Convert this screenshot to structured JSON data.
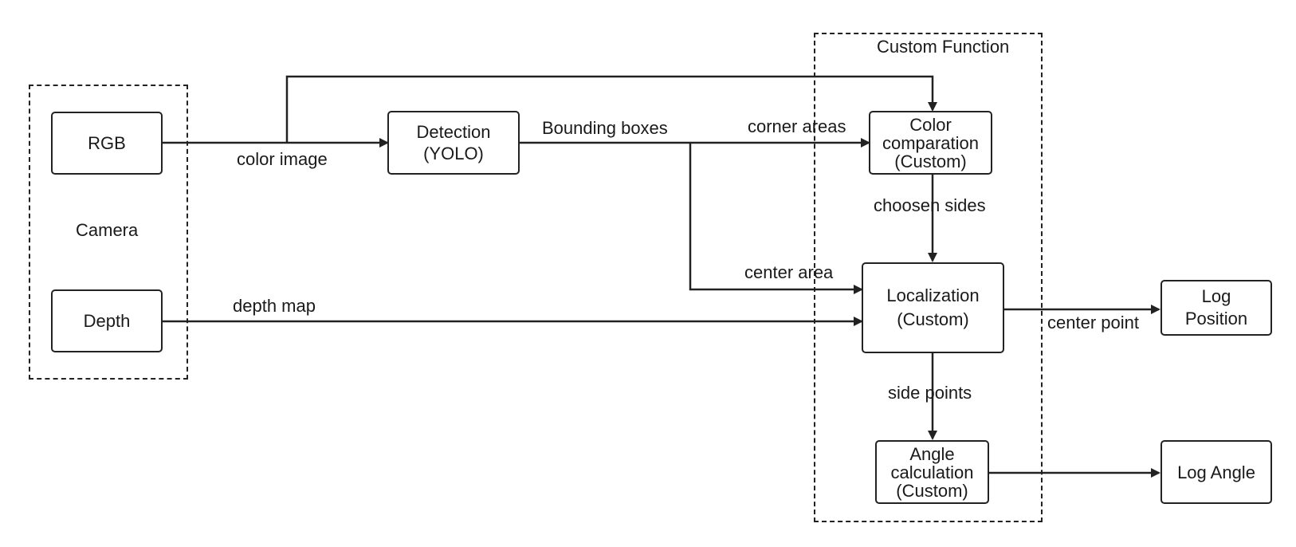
{
  "groups": {
    "camera": "Camera",
    "custom": "Custom Function"
  },
  "nodes": {
    "rgb": [
      "RGB"
    ],
    "depth": [
      "Depth"
    ],
    "detection": [
      "Detection",
      "(YOLO)"
    ],
    "color": [
      "Color",
      "comparation",
      "(Custom)"
    ],
    "localization": [
      "Localization",
      "(Custom)"
    ],
    "angle": [
      "Angle",
      "calculation",
      "(Custom)"
    ],
    "log_position": [
      "Log",
      "Position"
    ],
    "log_angle": [
      "Log Angle"
    ]
  },
  "edges": {
    "color_image": "color image",
    "bounding_boxes": "Bounding boxes",
    "corner_areas": "corner areas",
    "center_area": "center area",
    "depth_map": "depth map",
    "choosen_sides": "choosen sides",
    "side_points": "side points",
    "center_point": "center point"
  },
  "colors": {
    "stroke": "#222222",
    "background": "#ffffff"
  }
}
